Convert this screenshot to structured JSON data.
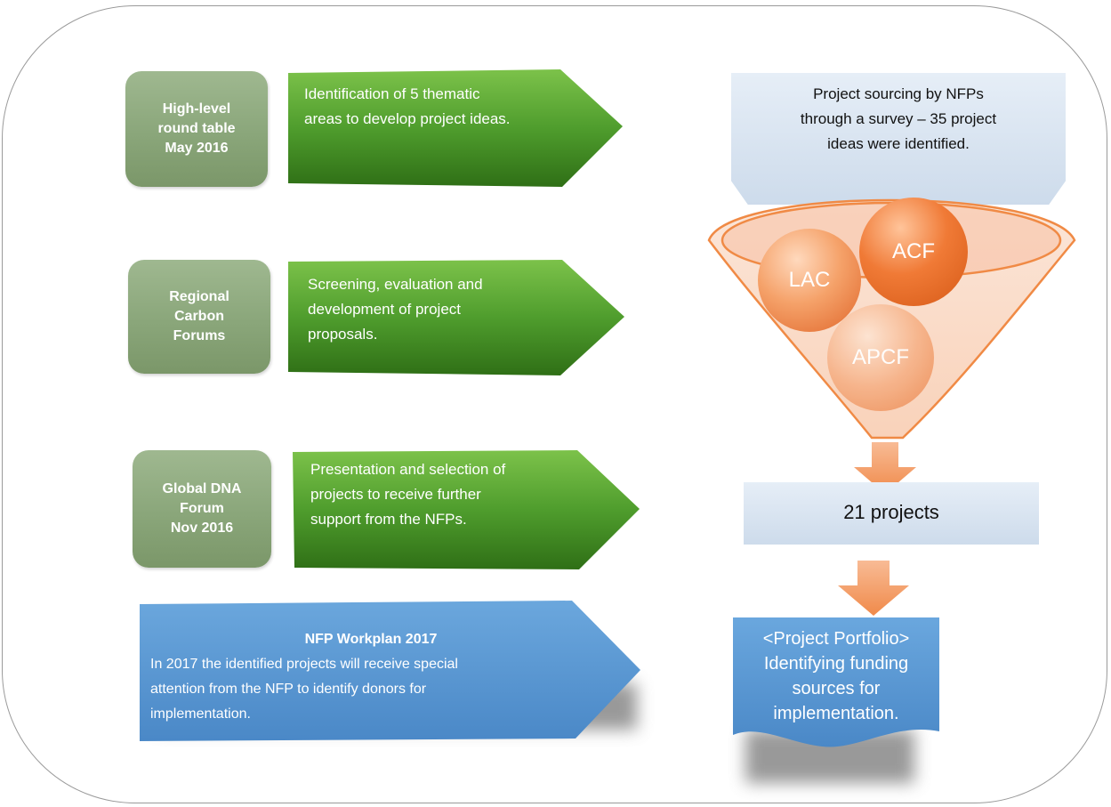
{
  "left_steps": [
    {
      "stage": "High-level round table May 2016",
      "stage_lines": [
        "High-level",
        "round table",
        "May 2016"
      ],
      "description": "Identification of 5 thematic areas to develop project ideas.",
      "desc_lines": [
        "Identification of 5 thematic",
        "areas to develop project ideas."
      ]
    },
    {
      "stage": "Regional Carbon Forums",
      "stage_lines": [
        "Regional",
        "Carbon",
        "Forums"
      ],
      "description": "Screening, evaluation and development of project proposals.",
      "desc_lines": [
        "Screening, evaluation and",
        "development of project",
        "proposals."
      ]
    },
    {
      "stage": "Global DNA Forum Nov 2016",
      "stage_lines": [
        "Global DNA",
        "Forum",
        "Nov 2016"
      ],
      "description": "Presentation and selection of projects to receive further support from the NFPs.",
      "desc_lines": [
        "Presentation and selection of",
        "projects to receive further",
        "support from the NFPs."
      ]
    }
  ],
  "workplan": {
    "title": "NFP Workplan 2017",
    "lines": [
      "In 2017 the identified projects will receive special",
      "attention from the NFP to identify donors for",
      "implementation."
    ]
  },
  "funnel": {
    "sourcing_lines": [
      "Project sourcing by NFPs",
      "through a survey – 35 project",
      "ideas were identified."
    ],
    "forums": [
      "LAC",
      "ACF",
      "APCF"
    ],
    "result": "21 projects"
  },
  "portfolio": {
    "lines": [
      "<Project Portfolio>",
      "Identifying funding",
      "sources for",
      "implementation."
    ]
  },
  "colors": {
    "sage": "#8aa67a",
    "green_arrow": "#4e9a2e",
    "blue": "#5b9bd5",
    "light_blue": "#dce6f2",
    "orange": "#f2894a",
    "funnel_stroke": "#f08a45"
  }
}
